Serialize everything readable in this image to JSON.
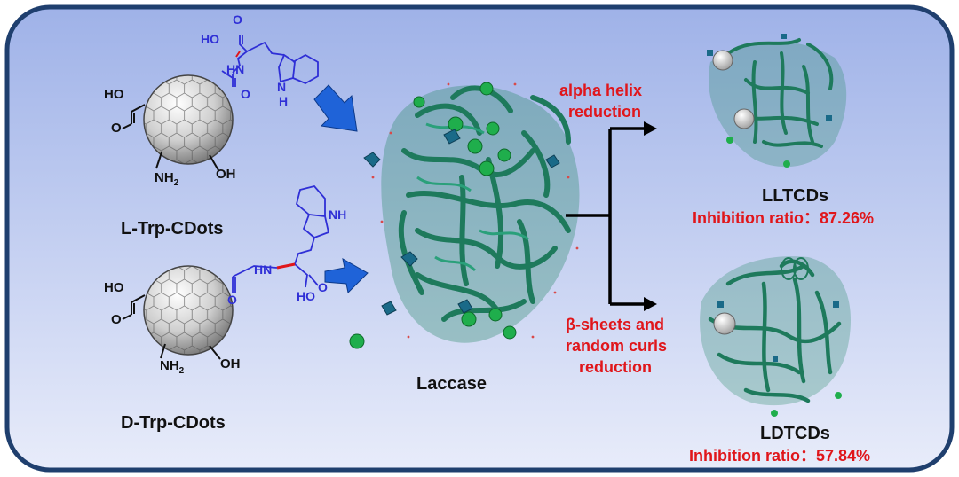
{
  "labels": {
    "l_trp": "L-Trp-CDots",
    "d_trp": "D-Trp-CDots",
    "laccase": "Laccase",
    "alpha_line1": "alpha helix",
    "alpha_line2": "reduction",
    "beta_line1": "β-sheets and",
    "beta_line2": "random curls",
    "beta_line3": "reduction",
    "lltcds": "LLTCDs",
    "lltcds_ratio": "Inhibition ratio：87.26%",
    "ldtcds": "LDTCDs",
    "ldtcds_ratio": "Inhibition ratio：57.84%"
  },
  "chem": {
    "ho": "HO",
    "o": "O",
    "oh": "OH",
    "nh2": "NH",
    "nh2_sub": "2",
    "hn": "HN",
    "nh": "NH",
    "n": "N",
    "h": "H"
  },
  "colors": {
    "frame": "#2b4a7a",
    "panel_top": "#9fb2e8",
    "panel_bottom": "#e6ebfa",
    "molecule_blue": "#2f2fd6",
    "arrow_blue": "#1f63d8",
    "protein_green": "#1e7a5c",
    "label_red": "#e0161b"
  }
}
